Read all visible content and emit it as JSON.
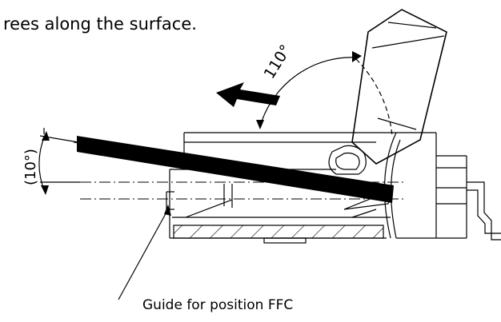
{
  "caption_text": "rees along the surface.",
  "angles": {
    "rotation_label": "110°",
    "rotation_value_deg": 110,
    "tilt_label": "(10°)",
    "tilt_value_deg": 10
  },
  "callout": {
    "guide_label": "Guide for position FFC"
  },
  "colors": {
    "ink": "#000000",
    "background": "#ffffff"
  }
}
